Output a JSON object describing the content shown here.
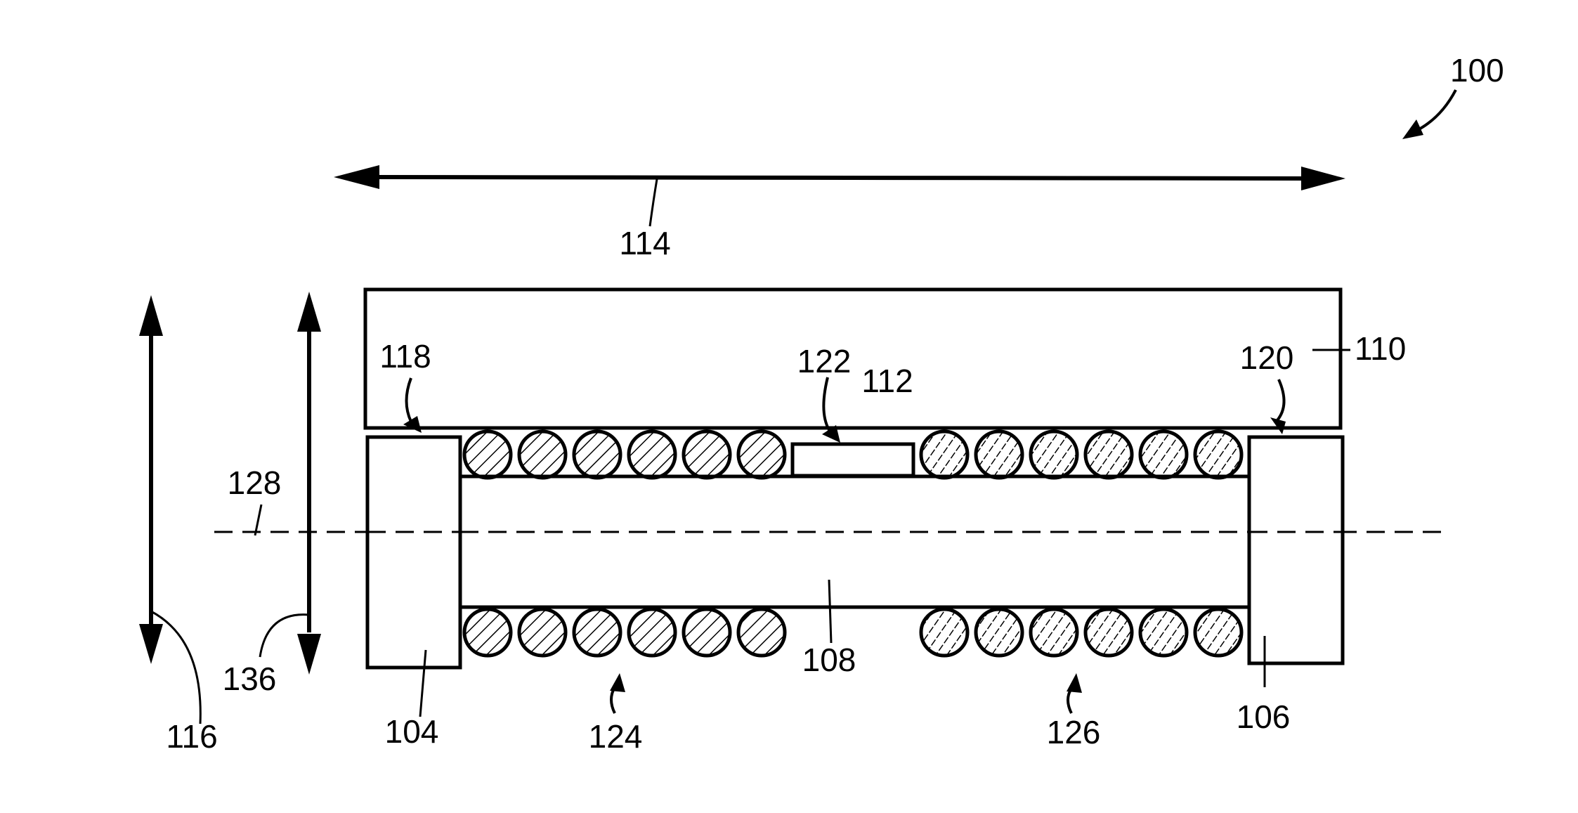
{
  "figure": {
    "labels": {
      "l100": "100",
      "l114": "114",
      "l110": "110",
      "l118": "118",
      "l120": "120",
      "l122": "122",
      "l112": "112",
      "l128": "128",
      "l136": "136",
      "l116": "116",
      "l104": "104",
      "l124": "124",
      "l108": "108",
      "l126": "126",
      "l106": "106"
    },
    "colors": {
      "line": "#000000",
      "background": "#ffffff"
    }
  }
}
